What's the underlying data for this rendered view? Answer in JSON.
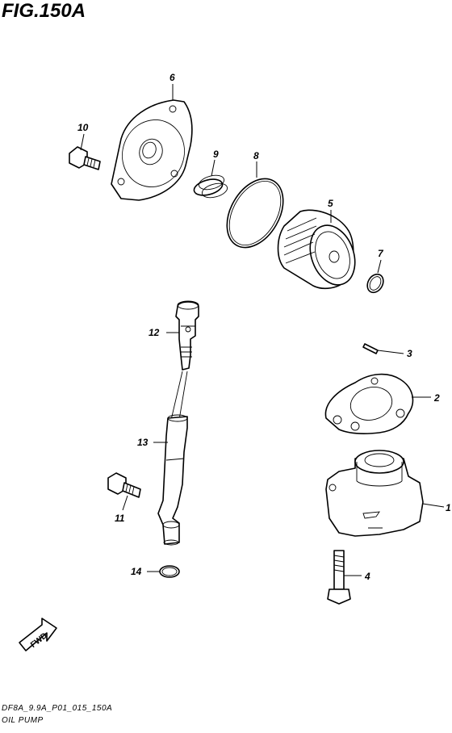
{
  "figure": {
    "title": "FIG.150A",
    "footer_code": "DF8A_9.9A_P01_015_150A",
    "footer_name": "OIL PUMP",
    "direction_marker": "FWD"
  },
  "callouts": [
    {
      "number": "1"
    },
    {
      "number": "2"
    },
    {
      "number": "3"
    },
    {
      "number": "4"
    },
    {
      "number": "5"
    },
    {
      "number": "6"
    },
    {
      "number": "7"
    },
    {
      "number": "8"
    },
    {
      "number": "9"
    },
    {
      "number": "10"
    },
    {
      "number": "11"
    },
    {
      "number": "12"
    },
    {
      "number": "13"
    },
    {
      "number": "14"
    }
  ]
}
